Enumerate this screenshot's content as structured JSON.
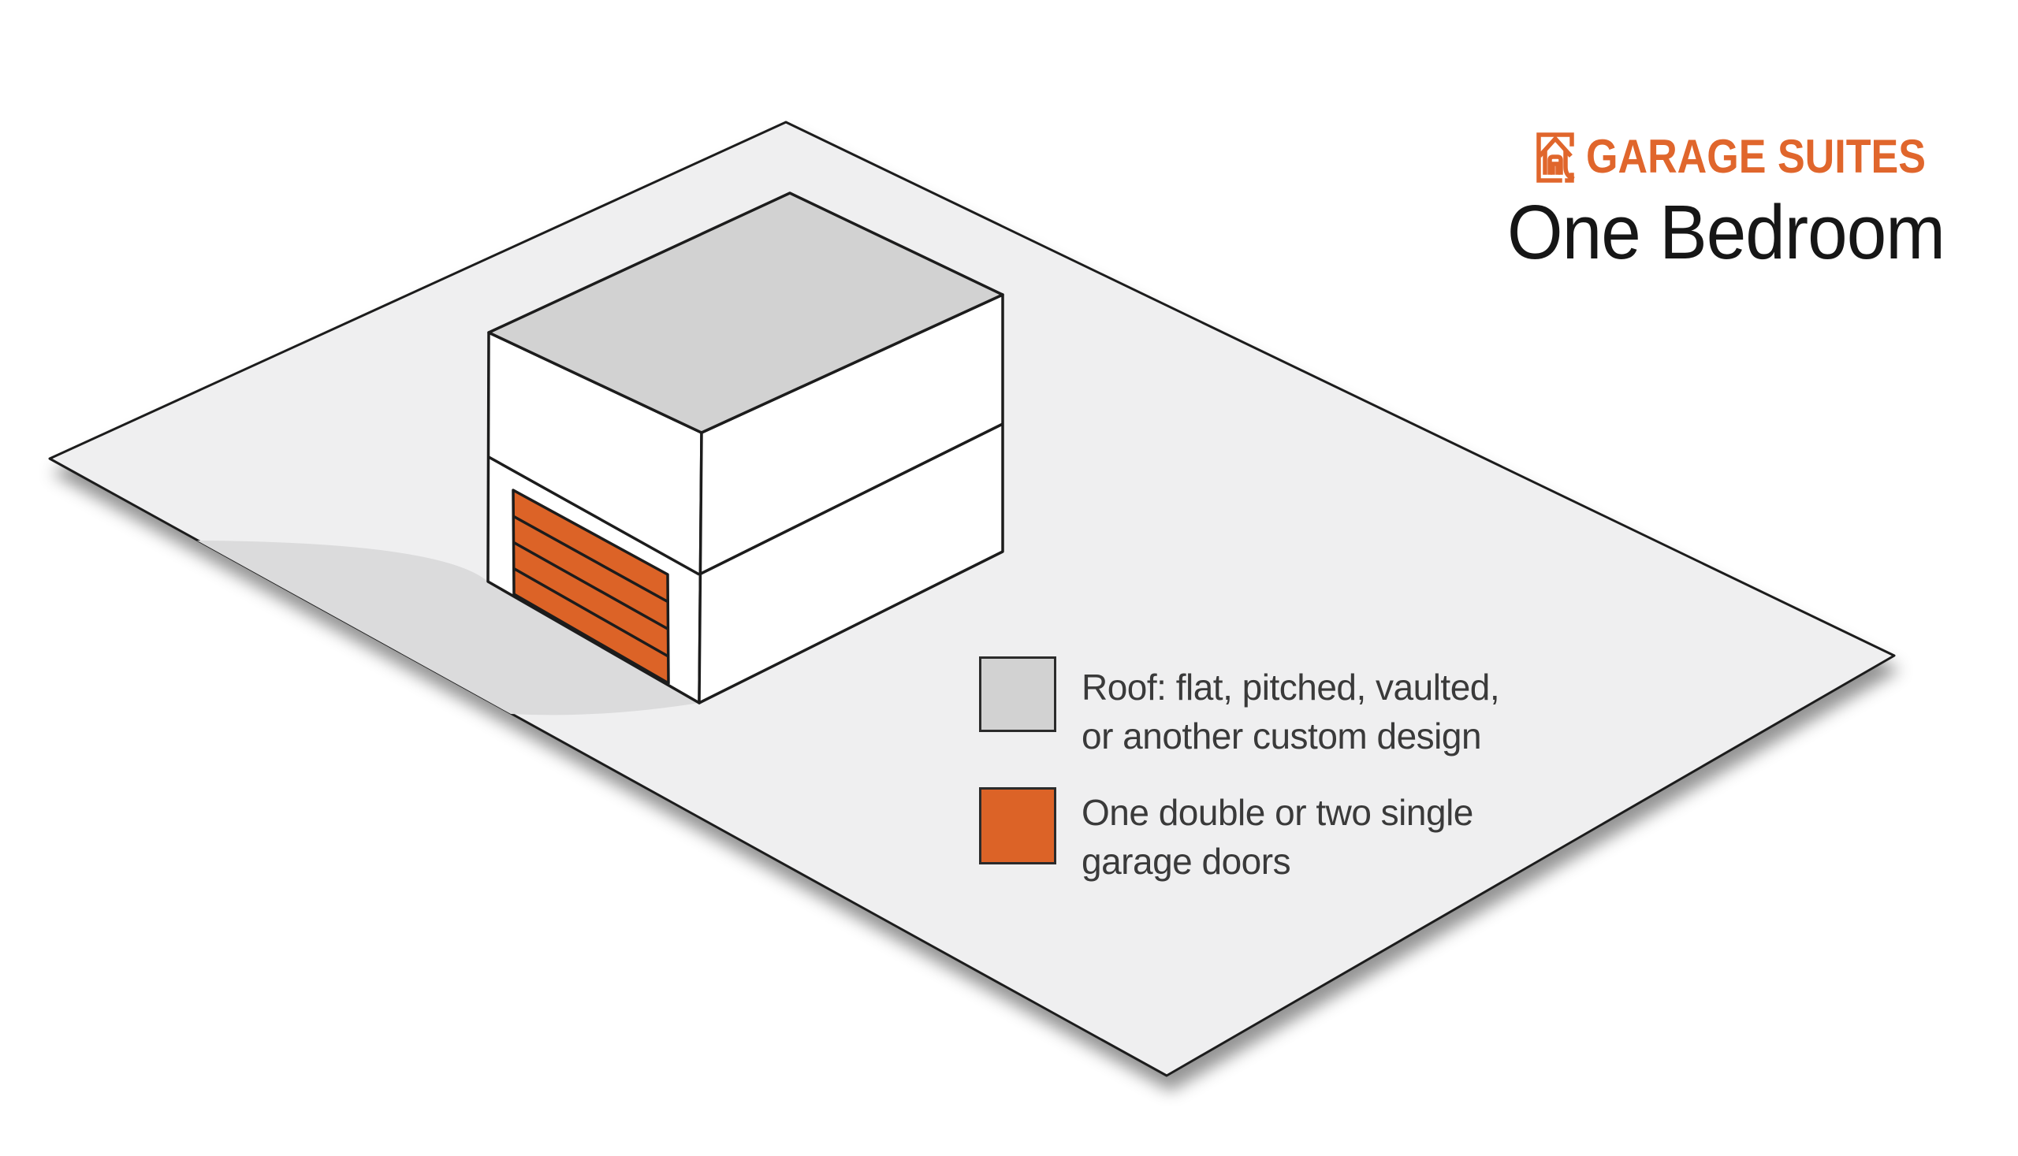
{
  "header": {
    "logo_icon": "garage-house-icon",
    "brand": "GARAGE SUITES",
    "brand_color": "#e0662c",
    "title": "One Bedroom",
    "title_color": "#161616"
  },
  "illustration": {
    "description": "Isometric one-bedroom garage suite on an empty lot",
    "lot_color": "#efeff0",
    "cast_shadow_color": "#dbdbdc",
    "roof_color": "#d2d2d2",
    "wall_color": "#ffffff",
    "garage_door_color": "#dc6327",
    "outline_color": "#1c1c1c",
    "garage_door_panels": 4,
    "floors": 2
  },
  "legend": {
    "items": [
      {
        "swatch": "roof-swatch",
        "swatch_color": "#d2d2d2",
        "line1": "Roof: flat, pitched, vaulted,",
        "line2": "or another custom design"
      },
      {
        "swatch": "garage-door-swatch",
        "swatch_color": "#dc6327",
        "line1": "One double or two single",
        "line2": "garage doors"
      }
    ]
  }
}
